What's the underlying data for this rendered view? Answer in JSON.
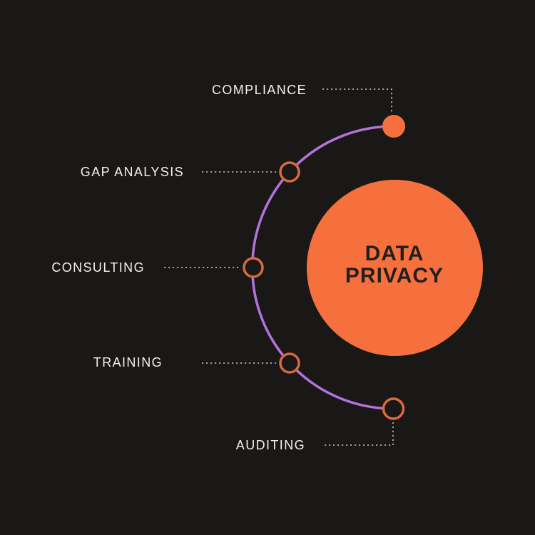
{
  "diagram": {
    "type": "radial-infographic",
    "hub": {
      "title_line1": "DATA",
      "title_line2": "PRIVACY"
    },
    "items": [
      {
        "label": "COMPLIANCE",
        "node_style": "filled"
      },
      {
        "label": "GAP ANALYSIS",
        "node_style": "open"
      },
      {
        "label": "CONSULTING",
        "node_style": "open"
      },
      {
        "label": "TRAINING",
        "node_style": "open"
      },
      {
        "label": "AUDITING",
        "node_style": "open"
      }
    ],
    "colors": {
      "background": "#191817",
      "hub_orange": "#f5703c",
      "node_ring_orange": "#d9693f",
      "arc_purple": "#b273da",
      "label_text": "#f3f1ee",
      "hub_text": "#221f1d",
      "connector_gray": "#c8c6c3"
    }
  }
}
